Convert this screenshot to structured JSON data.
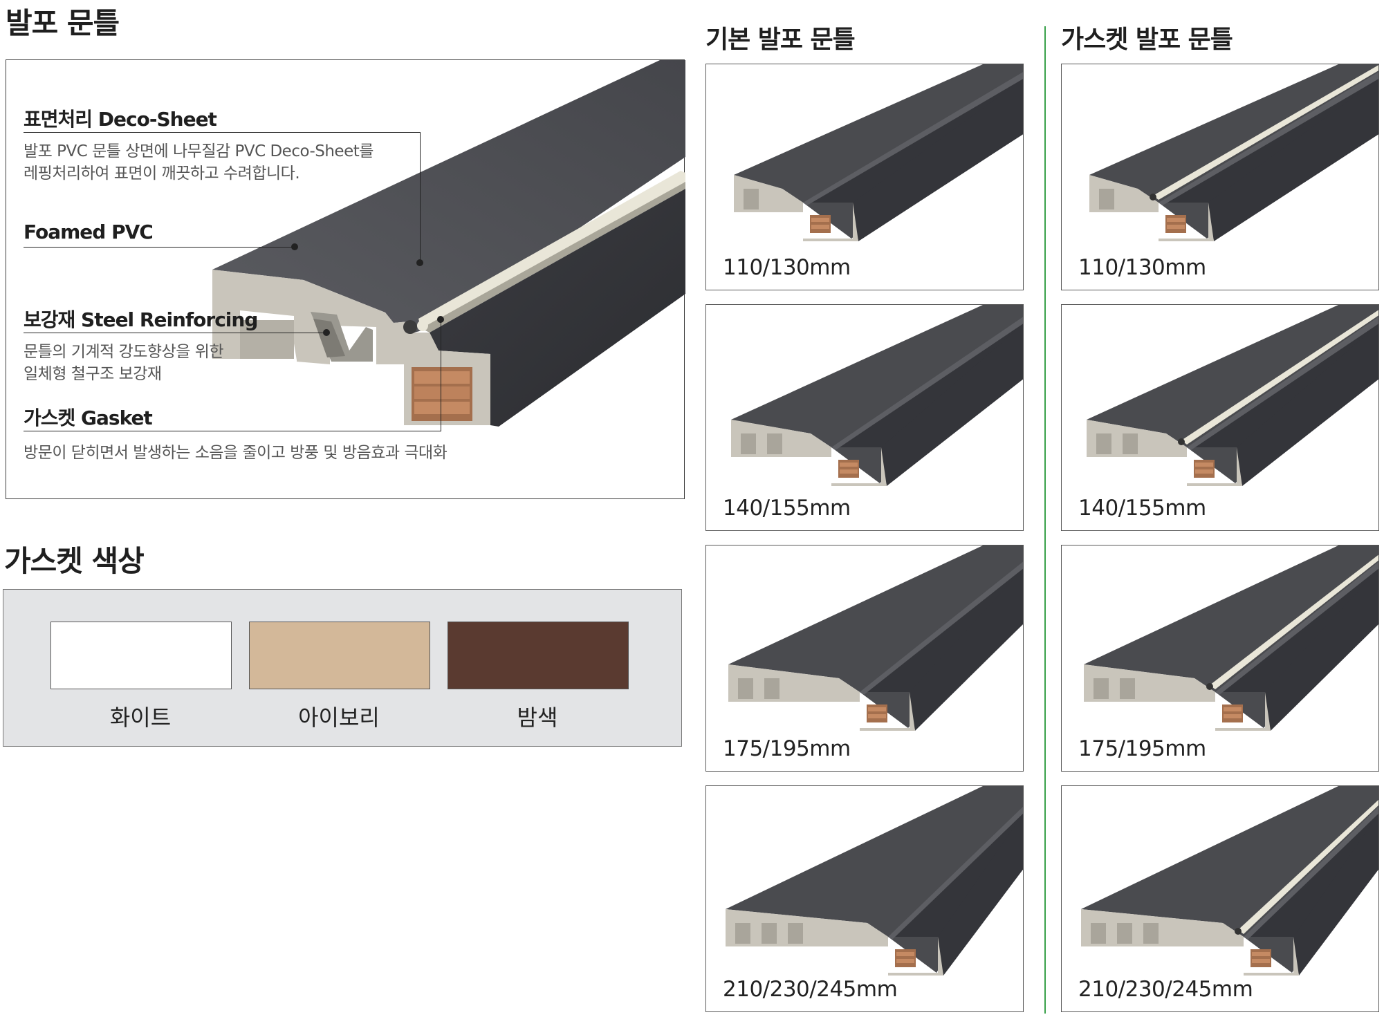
{
  "main": {
    "title": "발포 문틀",
    "features": [
      {
        "title": "표면처리 Deco-Sheet",
        "desc": [
          "발포 PVC 문틀 상면에 나무질감 PVC Deco-Sheet를",
          "레핑처리하여 표면이 깨끗하고 수려합니다."
        ]
      },
      {
        "title": "Foamed PVC",
        "desc": []
      },
      {
        "title": "보강재 Steel Reinforcing",
        "desc": [
          "문틀의 기계적 강도향상을 위한",
          "일체형 철구조 보강재"
        ]
      },
      {
        "title": "가스켓 Gasket",
        "desc": [
          "방문이 닫히면서 발생하는 소음을 줄이고 방풍 및 방음효과 극대화"
        ]
      }
    ]
  },
  "gasket_colors": {
    "title": "가스켓 색상",
    "items": [
      {
        "label": "화이트",
        "color": "#ffffff"
      },
      {
        "label": "아이보리",
        "color": "#d3b899"
      },
      {
        "label": "밤색",
        "color": "#5a3a30"
      }
    ]
  },
  "columns": [
    {
      "title": "기본 발포 문틀",
      "gasket": false,
      "sizes": [
        "110/130mm",
        "140/155mm",
        "175/195mm",
        "210/230/245mm"
      ]
    },
    {
      "title": "가스켓 발포 문틀",
      "gasket": true,
      "sizes": [
        "110/130mm",
        "140/155mm",
        "175/195mm",
        "210/230/245mm"
      ]
    }
  ],
  "colors": {
    "divider": "#3aa14a",
    "profile_top": "#4a4b4f",
    "profile_side": "#34353a",
    "foam": "#c9c5bb"
  }
}
